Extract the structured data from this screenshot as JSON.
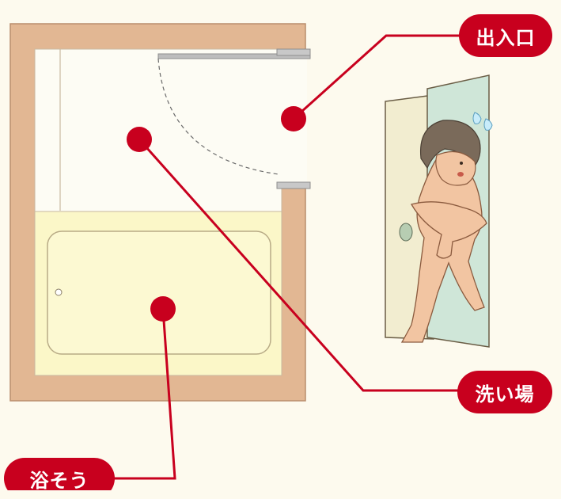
{
  "labels": {
    "entrance": "出入口",
    "washing_area": "洗い場",
    "bathtub": "浴そう"
  },
  "colors": {
    "background": "#fdfaee",
    "wall": "#e2b793",
    "wall_outline": "#b98d6c",
    "floor": "#fdfcf4",
    "tub": "#fbf7c8",
    "marker": "#c8001e",
    "line": "#c8001e",
    "door_frame": "#f2edd0",
    "door_glass": "#cfe6d8",
    "skin": "#f2c5a2",
    "hair": "#7a6a5a"
  },
  "icons": {
    "person": "startled-person-icon",
    "door": "bathroom-door-icon",
    "sweat": "sweat-drops-icon"
  }
}
